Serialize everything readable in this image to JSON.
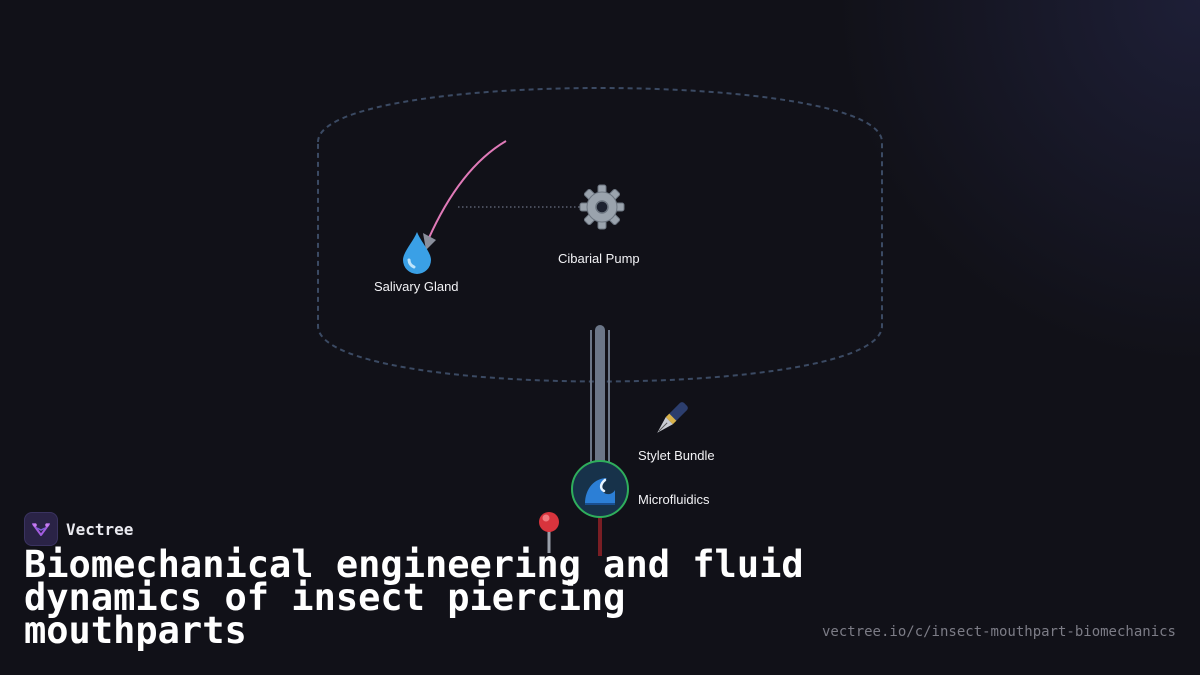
{
  "brand": {
    "name": "Vectree",
    "logo_icon": "vectree-logo-icon"
  },
  "title": "Biomechanical engineering and fluid dynamics of insect piercing mouthparts",
  "url": "vectree.io/c/insect-mouthpart-biomechanics",
  "diagram": {
    "nodes": {
      "salivary_gland": {
        "label": "Salivary Gland",
        "icon": "droplet-icon"
      },
      "cibarial_pump": {
        "label": "Cibarial Pump",
        "icon": "gear-icon"
      },
      "stylet_bundle": {
        "label": "Stylet Bundle",
        "icon": "fountain-pen-icon"
      },
      "microfluidics": {
        "label": "Microfluidics",
        "icon": "wave-icon"
      },
      "tip_marker": {
        "icon": "pushpin-icon"
      }
    },
    "colors": {
      "background": "#111118",
      "boundary": "#3b4a63",
      "flow_arrow": "#e07ab8",
      "microfluidics_ring": "#2fae5c",
      "tube": "#6b7688"
    }
  }
}
